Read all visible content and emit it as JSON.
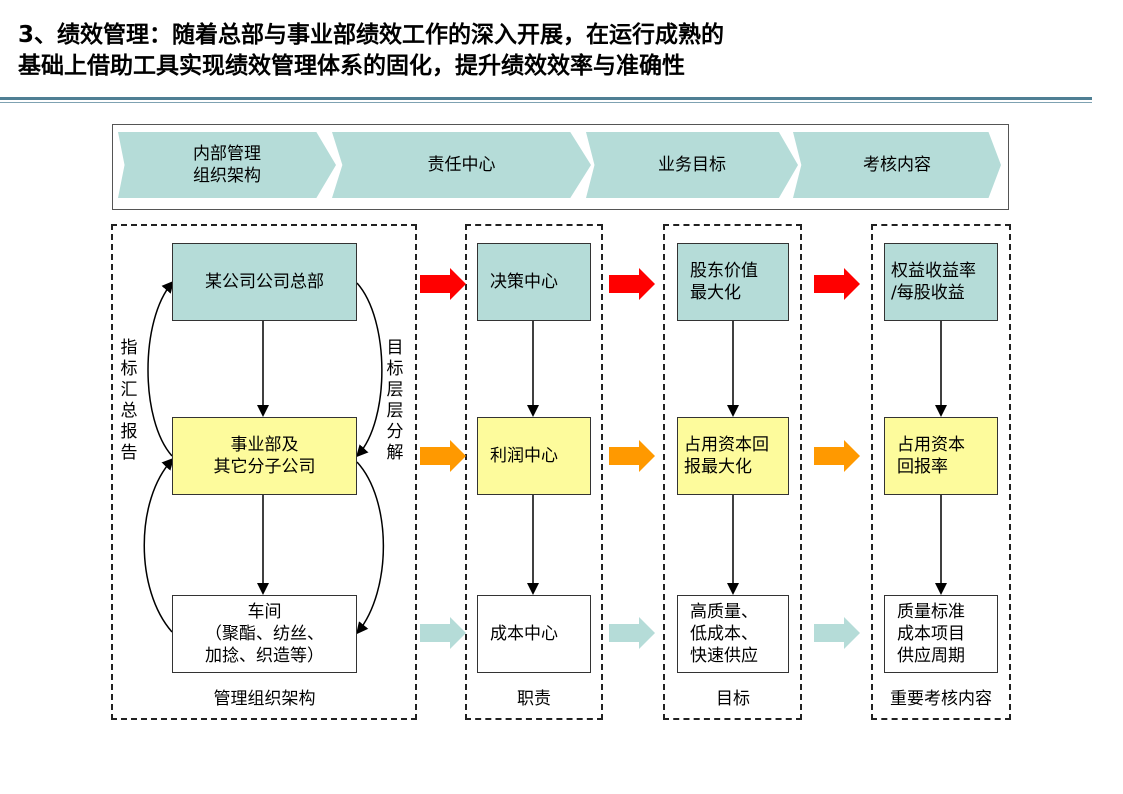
{
  "title": {
    "line1": "3、绩效管理：随着总部与事业部绩效工作的深入开展，在运行成熟的",
    "line2": "基础上借助工具实现绩效管理体系的固化，提升绩效效率与准确性"
  },
  "header": {
    "steps": [
      "内部管理\n组织架构",
      "责任中心",
      "业务目标",
      "考核内容"
    ]
  },
  "org": {
    "hq": "某公司公司总部",
    "division": "事业部及\n其它分子公司",
    "workshop": "车间\n（聚酯、纺丝、\n加捻、织造等）",
    "left_label": "指标汇总报告",
    "right_label": "目标层层分解",
    "caption": "管理组织架构"
  },
  "responsibility": {
    "items": [
      "决策中心",
      "利润中心",
      "成本中心"
    ],
    "caption": "职责"
  },
  "goals": {
    "items": [
      "股东价值\n最大化",
      "占用资本回\n报最大化",
      "高质量、\n低成本、\n快速供应"
    ],
    "caption": "目标"
  },
  "assessment": {
    "items": [
      "权益收益率\n/每股收益",
      "占用资本\n回报率",
      "质量标准\n成本项目\n供应周期"
    ],
    "caption": "重要考核内容"
  },
  "colors": {
    "teal": "#b5dcd8",
    "yellow": "#fdfb9c",
    "arrow_red": "#ff0000",
    "arrow_orange": "#ff9900",
    "arrow_teal": "#b5dcd8",
    "rule": "#4f7f94"
  }
}
